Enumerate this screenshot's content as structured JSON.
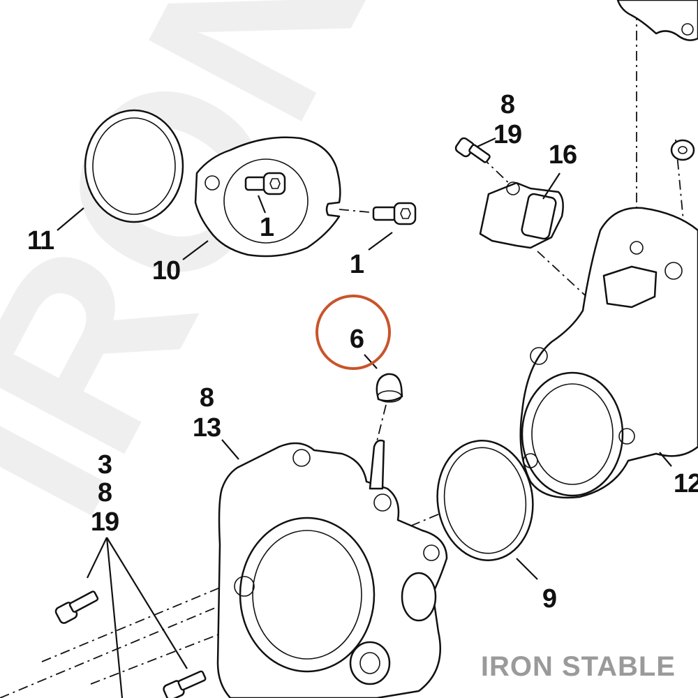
{
  "watermark": {
    "text": "IRON STABLE"
  },
  "brand": {
    "text": "IRON STABLE"
  },
  "highlight": {
    "color": "#c9542a",
    "target_callout": "6"
  },
  "callouts": {
    "c11": "11",
    "c10": "10",
    "c1a": "1",
    "c1b": "1",
    "c8a": "8",
    "c19a": "19",
    "c16": "16",
    "c6": "6",
    "c8b": "8",
    "c13": "13",
    "c3": "3",
    "c8c": "8",
    "c19b": "19",
    "c9": "9",
    "c12": "12"
  }
}
